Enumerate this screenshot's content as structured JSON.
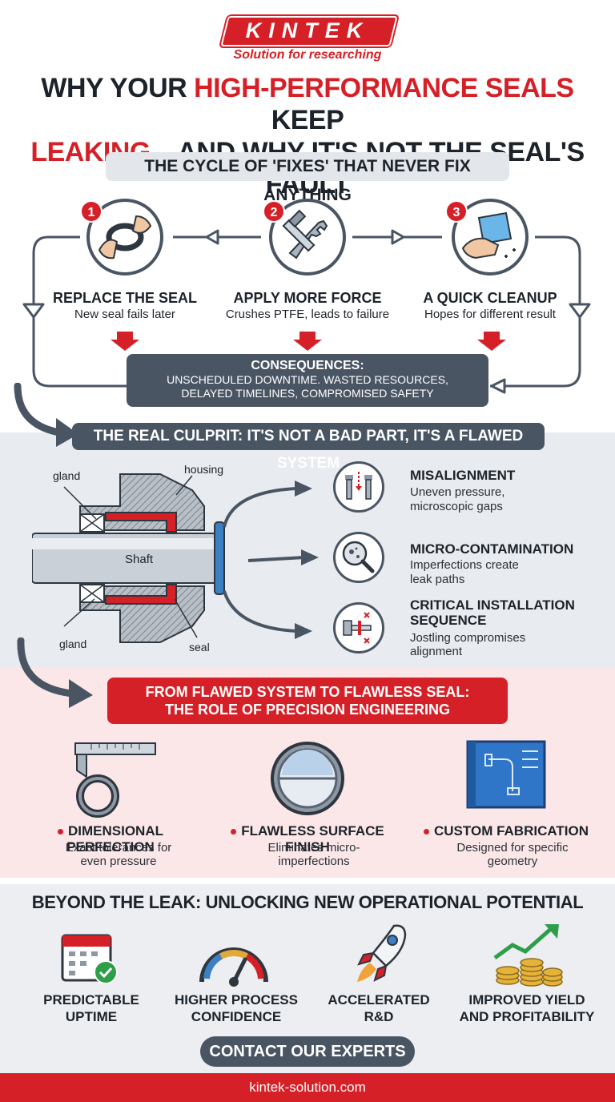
{
  "header": {
    "logo": "KINTEK",
    "tagline": "Solution for researching",
    "title_red_1": "HIGH-PERFORMANCE SEALS",
    "title_part_1": "WHY YOUR ",
    "title_part_2": " KEEP",
    "title_red_2": "LEAKING",
    "title_part_3": "—AND WHY IT'S NOT THE SEAL'S FAULT"
  },
  "cycle": {
    "title": "THE CYCLE OF 'FIXES' THAT NEVER FIX ANYTHING",
    "steps": [
      {
        "number": "1",
        "title": "REPLACE THE SEAL",
        "subtitle": "New seal fails later",
        "icon": "hands-seal-icon"
      },
      {
        "number": "2",
        "title": "APPLY MORE FORCE",
        "subtitle": "Crushes PTFE, leads to failure",
        "icon": "wrench-bolt-icon"
      },
      {
        "number": "3",
        "title": "A QUICK CLEANUP",
        "subtitle": "Hopes for different result",
        "icon": "cloth-wipe-icon"
      }
    ],
    "consequences_title": "CONSEQUENCES:",
    "consequences_line1": "UNSCHEDULED DOWNTIME. WASTED RESOURCES,",
    "consequences_line2": "DELAYED TIMELINES, COMPROMISED SAFETY"
  },
  "culprit": {
    "title": "THE REAL CULPRIT: IT'S NOT A BAD PART, IT'S A FLAWED SYSTEM",
    "labels": {
      "gland_top": "gland",
      "housing": "housing",
      "shaft": "Shaft",
      "gland_bottom": "gland",
      "seal": "seal"
    },
    "causes": [
      {
        "title": "MISALIGNMENT",
        "line1": "Uneven pressure,",
        "line2": "microscopic gaps",
        "icon": "misaligned-bolts-icon"
      },
      {
        "title": "MICRO-CONTAMINATION",
        "line1": "Imperfections create",
        "line2": "leak paths",
        "icon": "magnifier-particles-icon"
      },
      {
        "title": "CRITICAL INSTALLATION",
        "title2": "SEQUENCE",
        "line1": "Jostling compromises",
        "line2": "alignment",
        "icon": "bolt-assembly-icon"
      }
    ]
  },
  "precision": {
    "title_line1": "FROM FLAWED SYSTEM TO FLAWLESS SEAL:",
    "title_line2": "THE ROLE OF PRECISION ENGINEERING",
    "features": [
      {
        "title": "DIMENSIONAL PERFECTION",
        "line1": "Exact tolerances for",
        "line2": "even pressure",
        "icon": "caliper-icon"
      },
      {
        "title": "FLAWLESS SURFACE FINISH",
        "line1": "Eliminates micro-",
        "line2": "imperfections",
        "icon": "polished-disc-icon"
      },
      {
        "title": "CUSTOM FABRICATION",
        "line1": "Designed for specific",
        "line2": "geometry",
        "icon": "blueprint-icon"
      }
    ]
  },
  "potential": {
    "title": "BEYOND THE LEAK: UNLOCKING NEW OPERATIONAL POTENTIAL",
    "benefits": [
      {
        "line1": "PREDICTABLE",
        "line2": "UPTIME",
        "icon": "calendar-check-icon"
      },
      {
        "line1": "HIGHER PROCESS",
        "line2": "CONFIDENCE",
        "icon": "gauge-icon"
      },
      {
        "line1": "ACCELERATED",
        "line2": "R&D",
        "icon": "rocket-icon"
      },
      {
        "line1": "IMPROVED YIELD",
        "line2": "AND PROFITABILITY",
        "icon": "coins-chart-icon"
      }
    ],
    "cta": "CONTACT OUR EXPERTS"
  },
  "footer": {
    "url": "kintek-solution.com"
  },
  "colors": {
    "accent": "#d62027",
    "dark": "#4a5563",
    "gray_band": "#e8ebef",
    "pink_band": "#fbe7e8"
  }
}
